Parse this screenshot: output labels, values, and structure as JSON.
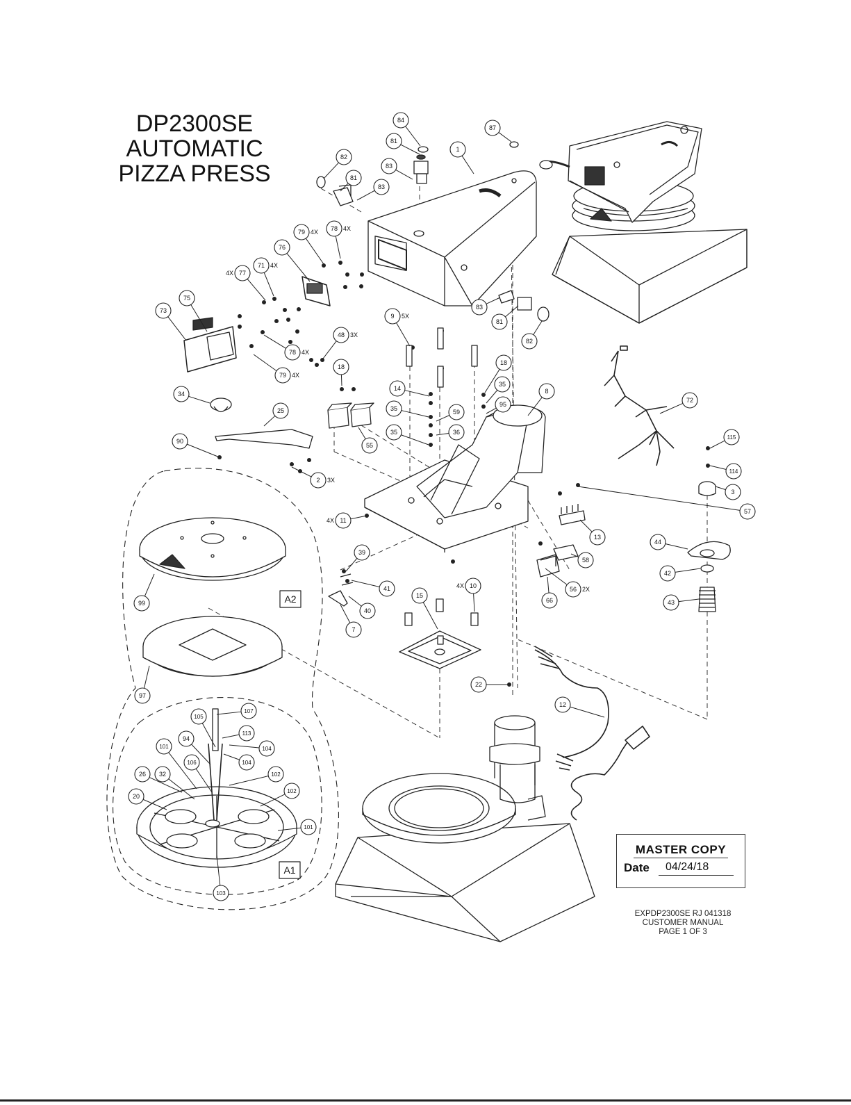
{
  "title": {
    "line1": "DP2300SE",
    "line2": "AUTOMATIC",
    "line3": "PIZZA PRESS"
  },
  "stamp": {
    "heading": "MASTER COPY",
    "date_label": "Date",
    "date_value": "04/24/18"
  },
  "footer": {
    "line1": "EXPDP2300SE  RJ  041318",
    "line2": "CUSTOMER MANUAL",
    "line3": "PAGE 1  OF 3"
  },
  "assembly_tags": [
    "A2",
    "A1"
  ],
  "callouts": [
    {
      "label": "84",
      "qty": ""
    },
    {
      "label": "87",
      "qty": ""
    },
    {
      "label": "81",
      "qty": ""
    },
    {
      "label": "1",
      "qty": ""
    },
    {
      "label": "82",
      "qty": ""
    },
    {
      "label": "83",
      "qty": ""
    },
    {
      "label": "81",
      "qty": ""
    },
    {
      "label": "83",
      "qty": ""
    },
    {
      "label": "79",
      "qty": "4X"
    },
    {
      "label": "78",
      "qty": "4X"
    },
    {
      "label": "76",
      "qty": ""
    },
    {
      "label": "77",
      "qty": "4X"
    },
    {
      "label": "71",
      "qty": "4X"
    },
    {
      "label": "83",
      "qty": ""
    },
    {
      "label": "81",
      "qty": ""
    },
    {
      "label": "82",
      "qty": ""
    },
    {
      "label": "75",
      "qty": ""
    },
    {
      "label": "73",
      "qty": ""
    },
    {
      "label": "9",
      "qty": "5X"
    },
    {
      "label": "48",
      "qty": "3X"
    },
    {
      "label": "78",
      "qty": "4X"
    },
    {
      "label": "79",
      "qty": "4X"
    },
    {
      "label": "18",
      "qty": ""
    },
    {
      "label": "18",
      "qty": ""
    },
    {
      "label": "8",
      "qty": ""
    },
    {
      "label": "14",
      "qty": ""
    },
    {
      "label": "35",
      "qty": ""
    },
    {
      "label": "35",
      "qty": ""
    },
    {
      "label": "59",
      "qty": ""
    },
    {
      "label": "95",
      "qty": ""
    },
    {
      "label": "36",
      "qty": ""
    },
    {
      "label": "35",
      "qty": ""
    },
    {
      "label": "72",
      "qty": ""
    },
    {
      "label": "34",
      "qty": ""
    },
    {
      "label": "25",
      "qty": ""
    },
    {
      "label": "55",
      "qty": ""
    },
    {
      "label": "90",
      "qty": ""
    },
    {
      "label": "2",
      "qty": "3X"
    },
    {
      "label": "115",
      "qty": ""
    },
    {
      "label": "114",
      "qty": ""
    },
    {
      "label": "3",
      "qty": ""
    },
    {
      "label": "57",
      "qty": ""
    },
    {
      "label": "11",
      "qty": "4X"
    },
    {
      "label": "13",
      "qty": ""
    },
    {
      "label": "44",
      "qty": ""
    },
    {
      "label": "39",
      "qty": ""
    },
    {
      "label": "58",
      "qty": ""
    },
    {
      "label": "42",
      "qty": ""
    },
    {
      "label": "41",
      "qty": ""
    },
    {
      "label": "10",
      "qty": "4X"
    },
    {
      "label": "15",
      "qty": ""
    },
    {
      "label": "56",
      "qty": "2X"
    },
    {
      "label": "99",
      "qty": ""
    },
    {
      "label": "40",
      "qty": ""
    },
    {
      "label": "66",
      "qty": ""
    },
    {
      "label": "43",
      "qty": ""
    },
    {
      "label": "7",
      "qty": ""
    },
    {
      "label": "97",
      "qty": ""
    },
    {
      "label": "22",
      "qty": ""
    },
    {
      "label": "12",
      "qty": ""
    },
    {
      "label": "107",
      "qty": ""
    },
    {
      "label": "105",
      "qty": ""
    },
    {
      "label": "113",
      "qty": ""
    },
    {
      "label": "94",
      "qty": ""
    },
    {
      "label": "101",
      "qty": ""
    },
    {
      "label": "104",
      "qty": ""
    },
    {
      "label": "106",
      "qty": ""
    },
    {
      "label": "104",
      "qty": ""
    },
    {
      "label": "26",
      "qty": ""
    },
    {
      "label": "32",
      "qty": ""
    },
    {
      "label": "102",
      "qty": ""
    },
    {
      "label": "20",
      "qty": ""
    },
    {
      "label": "102",
      "qty": ""
    },
    {
      "label": "101",
      "qty": ""
    },
    {
      "label": "103",
      "qty": ""
    }
  ]
}
